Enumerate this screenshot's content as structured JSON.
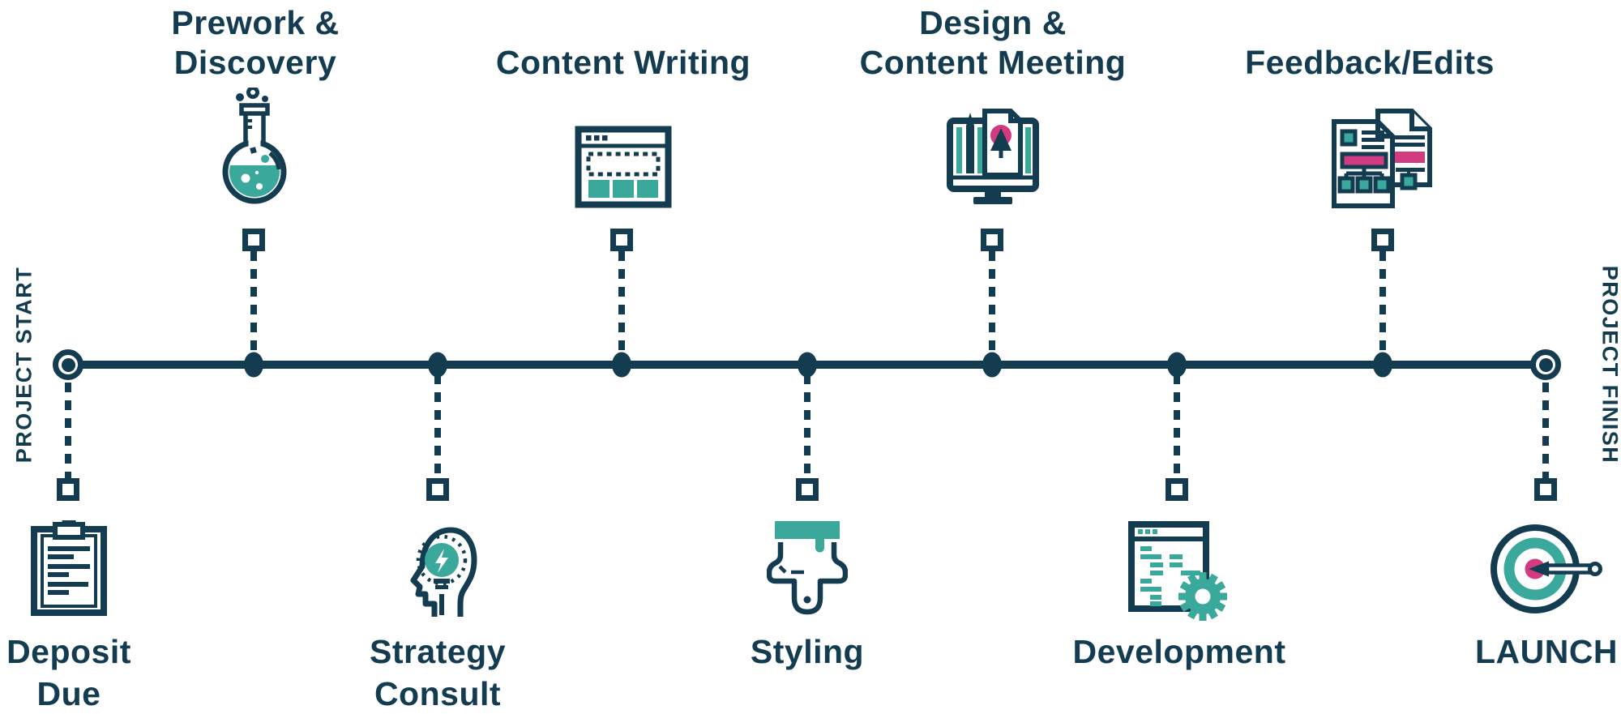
{
  "diagram": {
    "type": "project-timeline",
    "side_labels": {
      "start": "PROJECT START",
      "finish": "PROJECT FINISH"
    },
    "colors": {
      "navy": "#143C50",
      "teal": "#3AA89B",
      "pink": "#D23B80",
      "background": "#FFFFFF"
    },
    "top_milestones": [
      {
        "name": "prework-discovery",
        "icon": "flask-icon",
        "lines": [
          "Prework &",
          "Discovery"
        ]
      },
      {
        "name": "content-writing",
        "icon": "content-browser-icon",
        "lines": [
          "Content Writing"
        ]
      },
      {
        "name": "design-content-meeting",
        "icon": "design-monitor-icon",
        "lines": [
          "Design &",
          "Content Meeting"
        ]
      },
      {
        "name": "feedback-edits",
        "icon": "feedback-documents-icon",
        "lines": [
          "Feedback/Edits"
        ]
      }
    ],
    "bottom_milestones": [
      {
        "name": "deposit-due",
        "icon": "clipboard-icon",
        "lines": [
          "Deposit",
          "Due"
        ]
      },
      {
        "name": "strategy-consult",
        "icon": "strategy-head-icon",
        "lines": [
          "Strategy",
          "Consult"
        ]
      },
      {
        "name": "styling",
        "icon": "paintbrush-icon",
        "lines": [
          "Styling"
        ]
      },
      {
        "name": "development",
        "icon": "development-code-icon",
        "lines": [
          "Development"
        ]
      },
      {
        "name": "launch",
        "icon": "launch-target-icon",
        "lines": [
          "LAUNCH"
        ]
      }
    ]
  }
}
